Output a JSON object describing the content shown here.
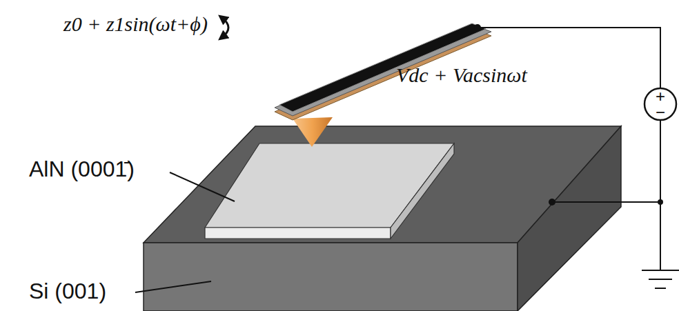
{
  "diagram": {
    "labels": [
      "z0 + z1sin(ωt+ϕ)",
      "Vdc + Vacsinωt",
      "+",
      "−",
      "AlN (0001̄)",
      "Si (001)"
    ]
  }
}
